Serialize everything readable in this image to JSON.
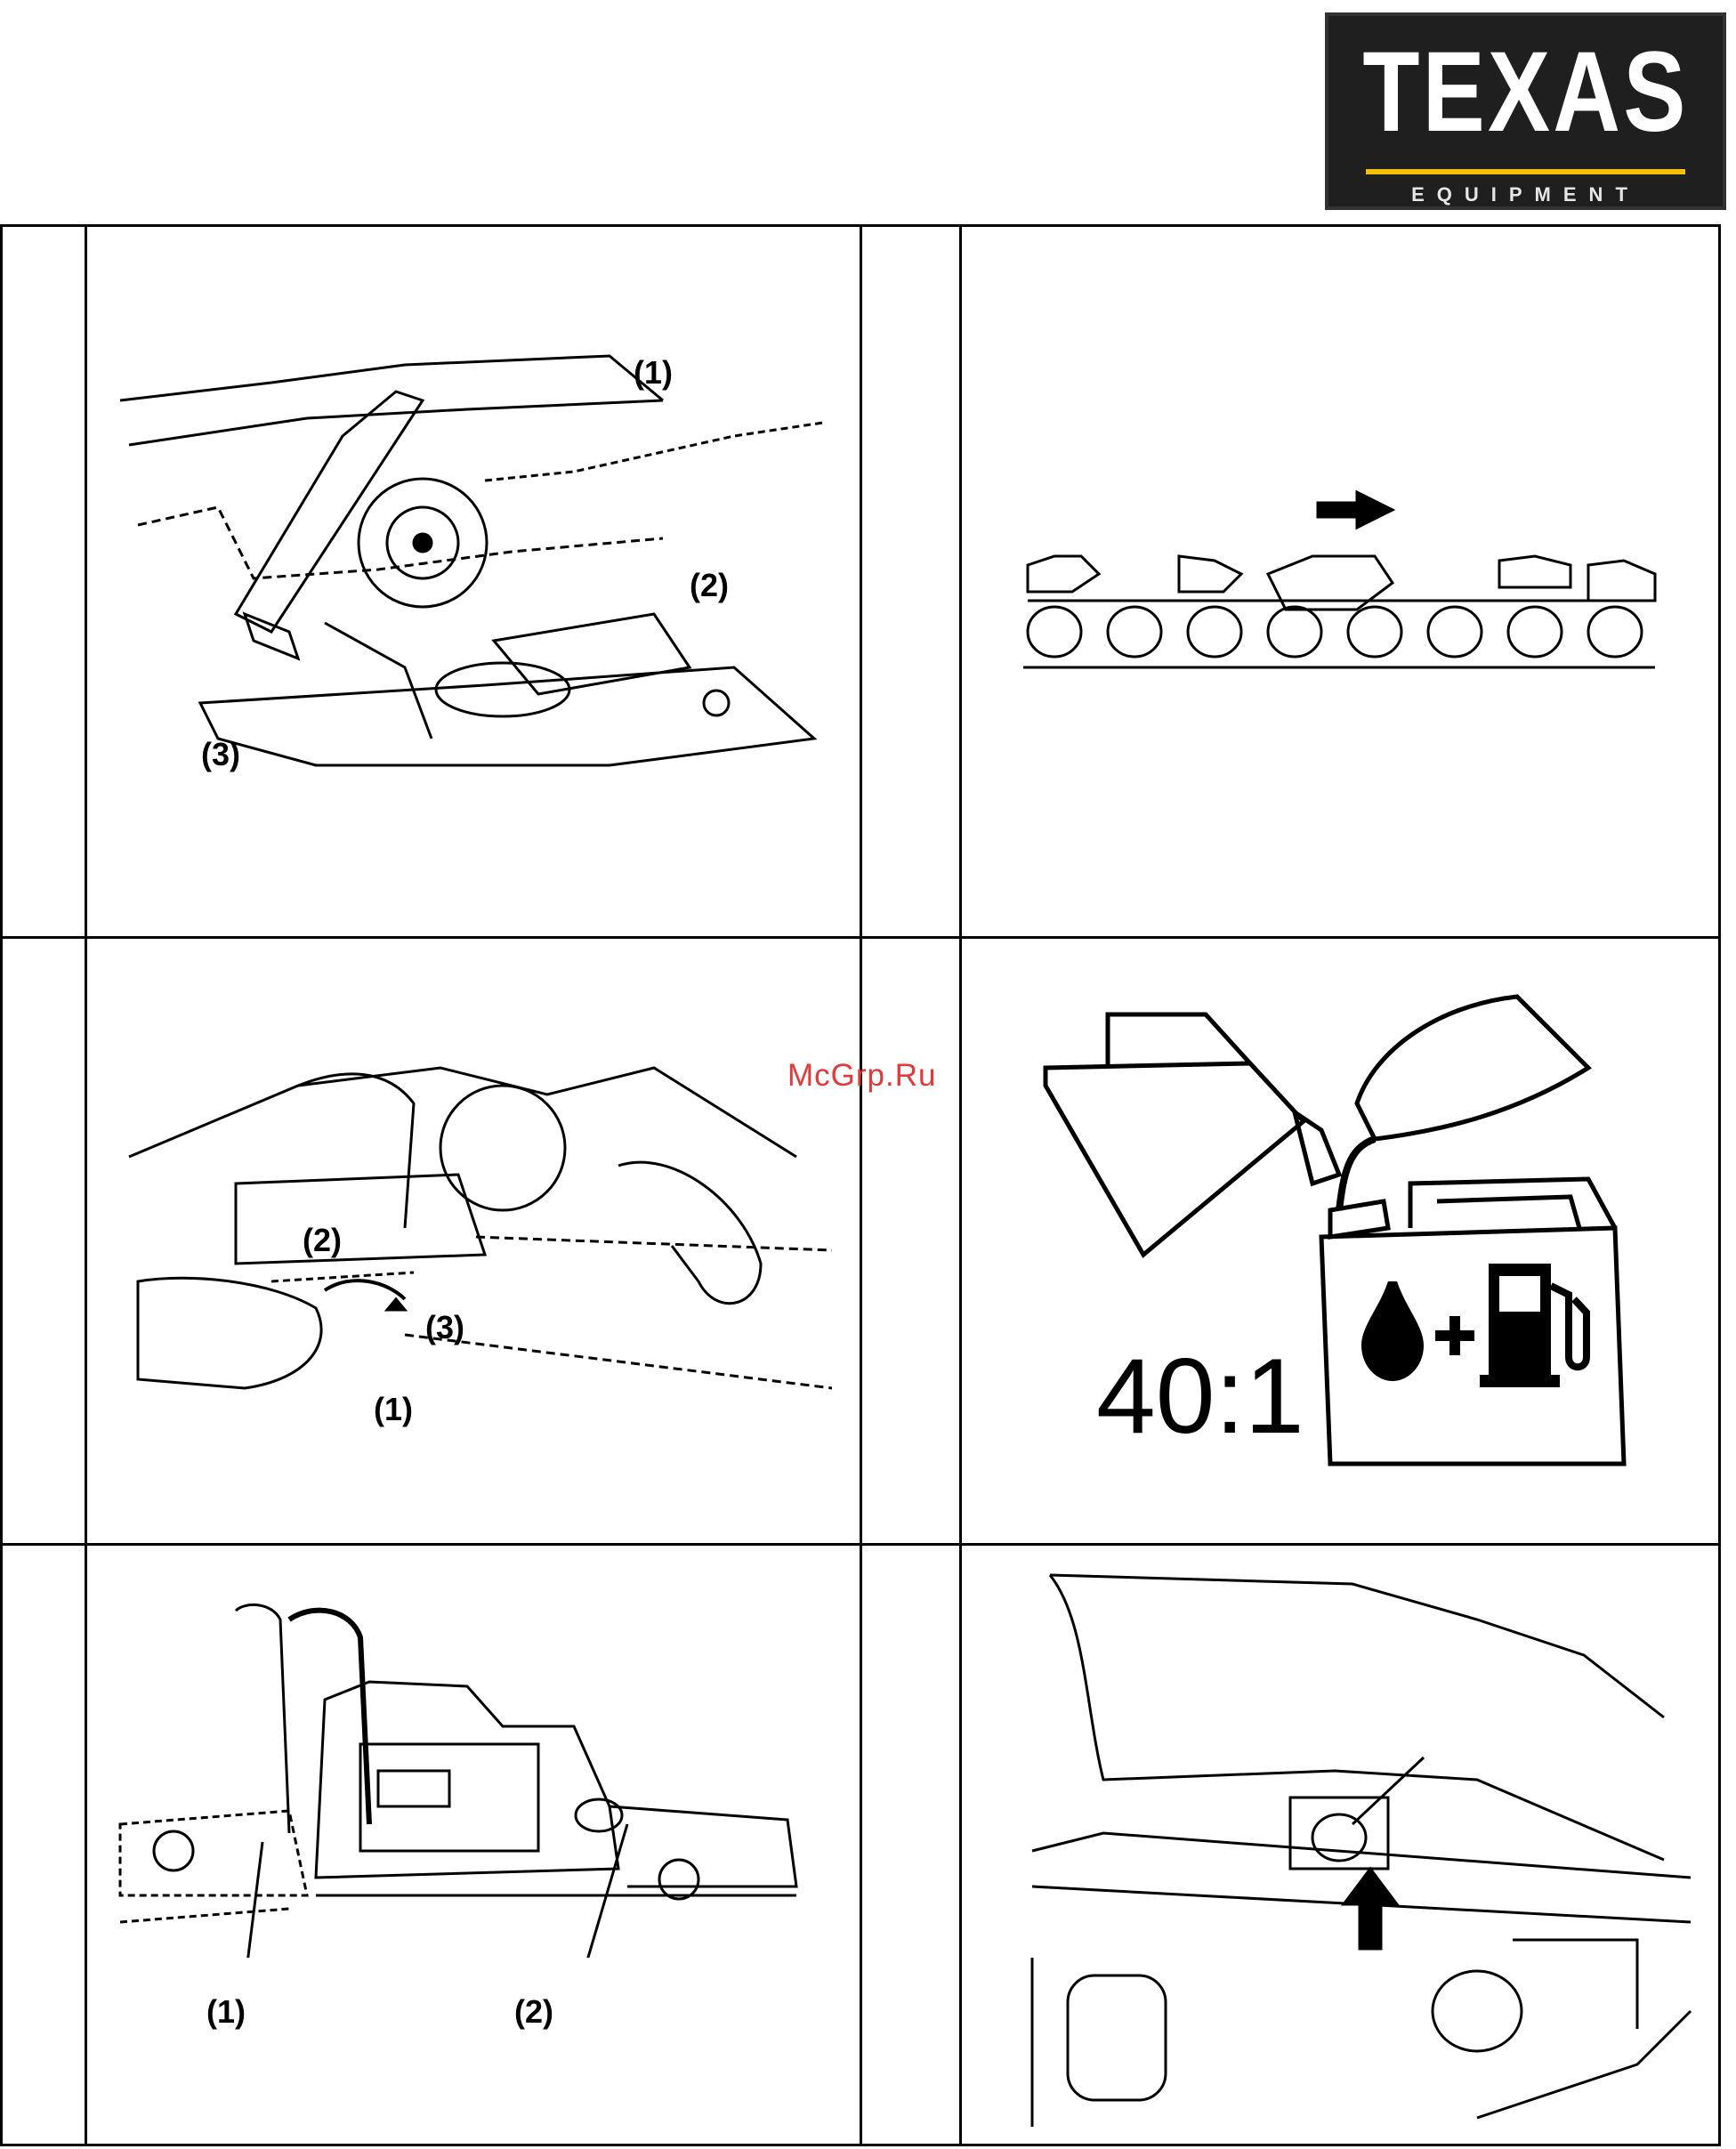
{
  "logo": {
    "word": "TEXAS",
    "sub": "EQUIPMENT",
    "accent": "#f2c200",
    "bg": "#1f1f1f"
  },
  "watermark": "McGrp.Ru",
  "panels": {
    "chain_parts": {
      "labels": [
        "(1)",
        "(2)",
        "(3)"
      ]
    },
    "chain_direction": {
      "arrow": "right-arrow"
    },
    "tension_adjust": {
      "labels": [
        "(2)",
        "(3)",
        "(1)"
      ]
    },
    "fuel_mix": {
      "ratio": "40:1",
      "icons": [
        "oil-drop-icon",
        "plus-icon",
        "fuel-pump-icon"
      ]
    },
    "tank_caps": {
      "labels": [
        "(1)",
        "(2)"
      ]
    },
    "choke": {
      "arrow": "up-arrow"
    }
  }
}
